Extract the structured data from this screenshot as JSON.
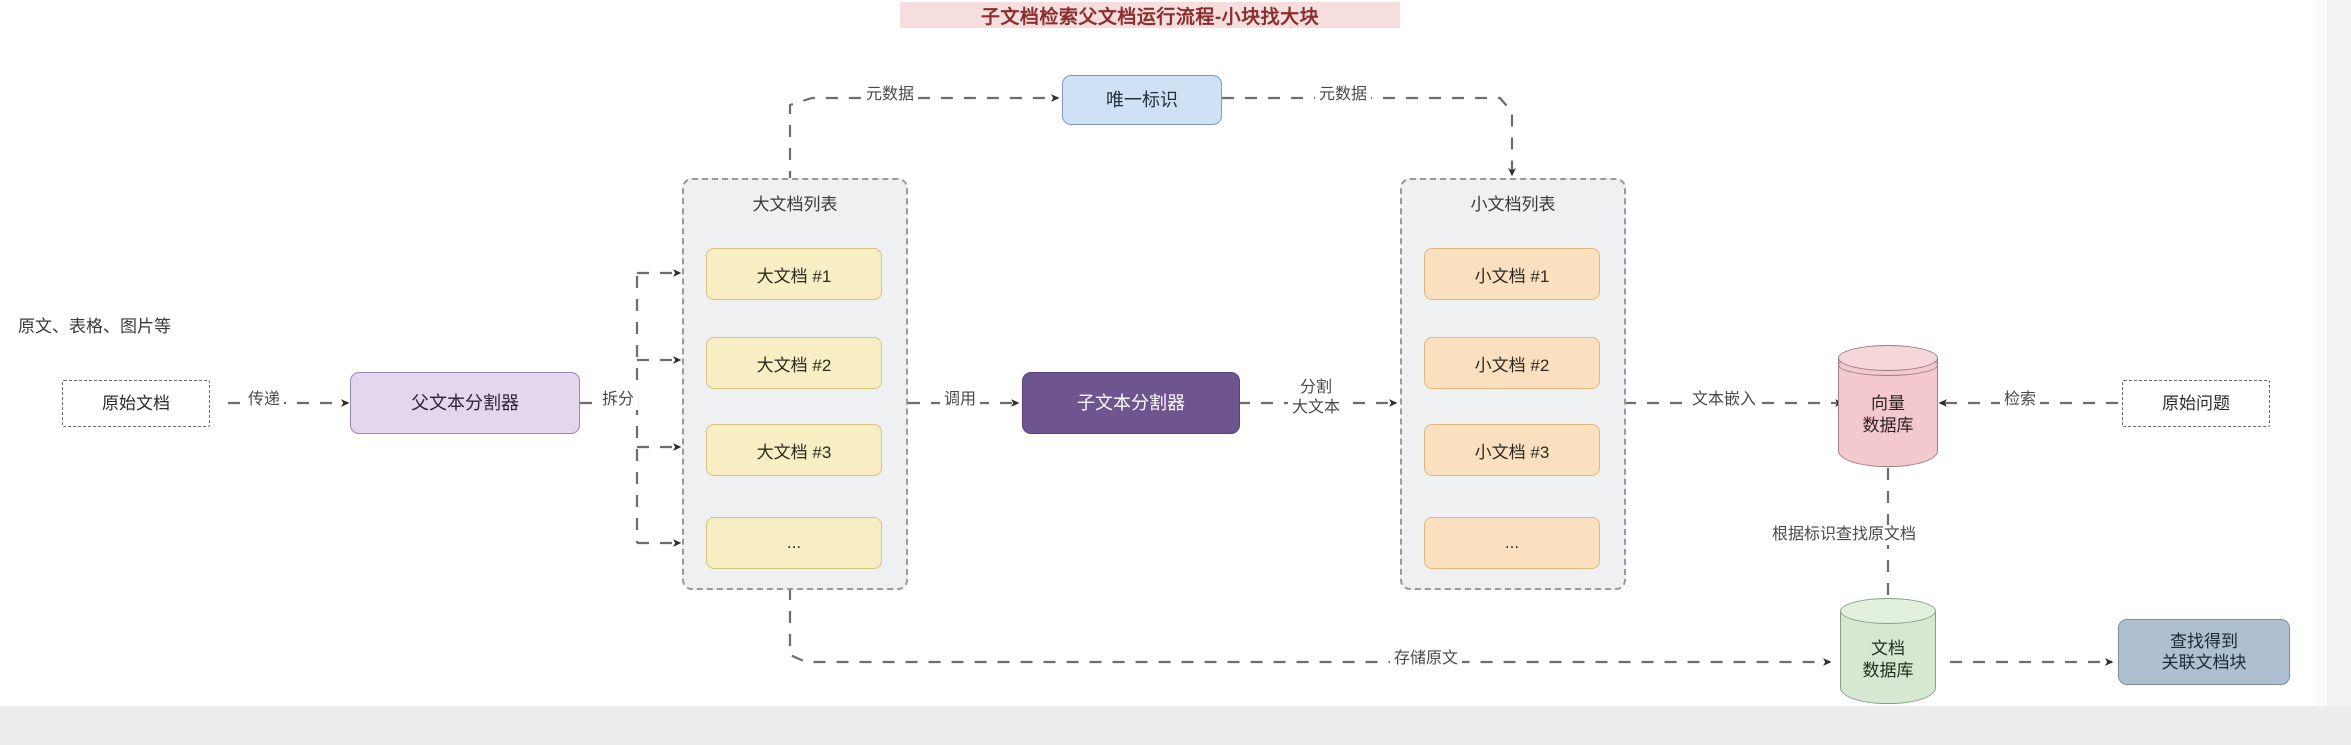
{
  "title": "子文档检索父文档运行流程-小块找大块",
  "colors": {
    "title_text": "#8a2f2f",
    "title_bg": "#f6dede",
    "parent_splitter_fill": "#e3d7ee",
    "child_splitter_fill": "#6f5590",
    "unique_id_fill": "#cfe1f5",
    "big_doc_fill": "#f7eec4",
    "small_doc_fill": "#fbe0c0",
    "vector_db_fill": "#f4c9cd",
    "doc_db_fill": "#d6e8d2",
    "result_fill": "#aebfcf",
    "cluster_fill": "#eef0f1"
  },
  "annotations": {
    "source_hint": "原文、表格、图片等",
    "lookup_by_id": "根据标识查找原文档"
  },
  "nodes": {
    "raw_document": "原始文档",
    "parent_splitter": "父文本分割器",
    "child_splitter": "子文本分割器",
    "unique_id": "唯一标识",
    "vector_db": "向量\n数据库",
    "vector_db_line1": "向量",
    "vector_db_line2": "数据库",
    "doc_db_line1": "文档",
    "doc_db_line2": "数据库",
    "original_question": "原始问题",
    "result_line1": "查找得到",
    "result_line2": "关联文档块"
  },
  "clusters": {
    "big_list": {
      "title": "大文档列表",
      "items": [
        "大文档 #1",
        "大文档 #2",
        "大文档 #3",
        "..."
      ]
    },
    "small_list": {
      "title": "小文档列表",
      "items": [
        "小文档 #1",
        "小文档 #2",
        "小文档 #3",
        "..."
      ]
    }
  },
  "edges": {
    "pass": "传递",
    "split": "拆分",
    "metadata_left": "元数据",
    "metadata_right": "元数据",
    "invoke": "调用",
    "split_big_text_l1": "分割",
    "split_big_text_l2": "大文本",
    "text_embedding": "文本嵌入",
    "retrieve": "检索",
    "store_original": "存储原文"
  }
}
